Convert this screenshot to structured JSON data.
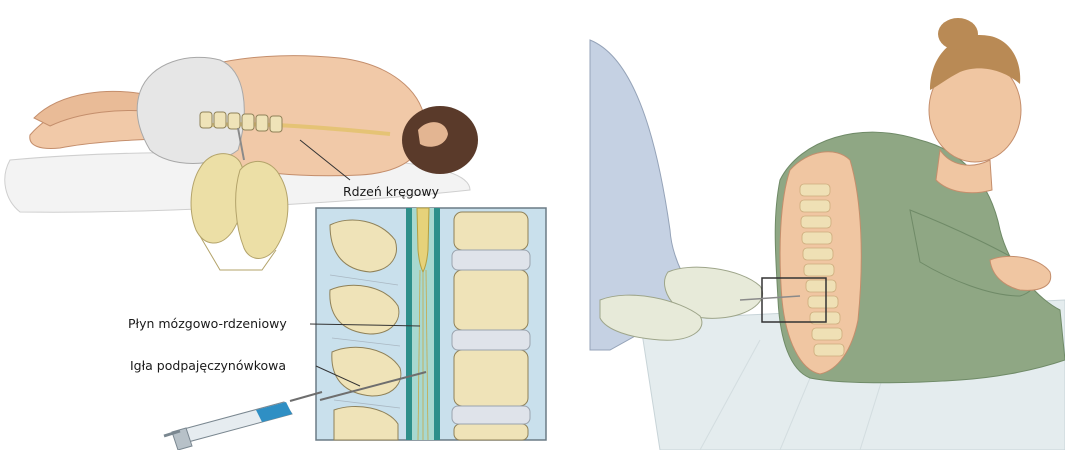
{
  "labels": {
    "spinal_cord": "Rdzeń kręgowy",
    "csf": "Płyn mózgowo-rdzeniowy",
    "needle": "Igła podpajęczynówkowa"
  },
  "colors": {
    "skin": "#f1c9a8",
    "skin_shadow": "#d9a27f",
    "hair": "#5a3a2a",
    "briefs": "#e6e6e6",
    "glove": "#ecdfa6",
    "vertebra": "#efe3b8",
    "vertebra_edge": "#8f8158",
    "disc": "#dfe3ea",
    "canal_outer": "#2d8f8a",
    "canal_inner": "#a8d8d0",
    "cord": "#e6d27a",
    "inset_bg": "#c9e0ec",
    "gown": "#8fa784",
    "gown_shadow": "#6f8a67",
    "sleeve": "#c5d1e3",
    "table": "#e4ecee",
    "syringe_fluid": "#2f8fc4"
  }
}
